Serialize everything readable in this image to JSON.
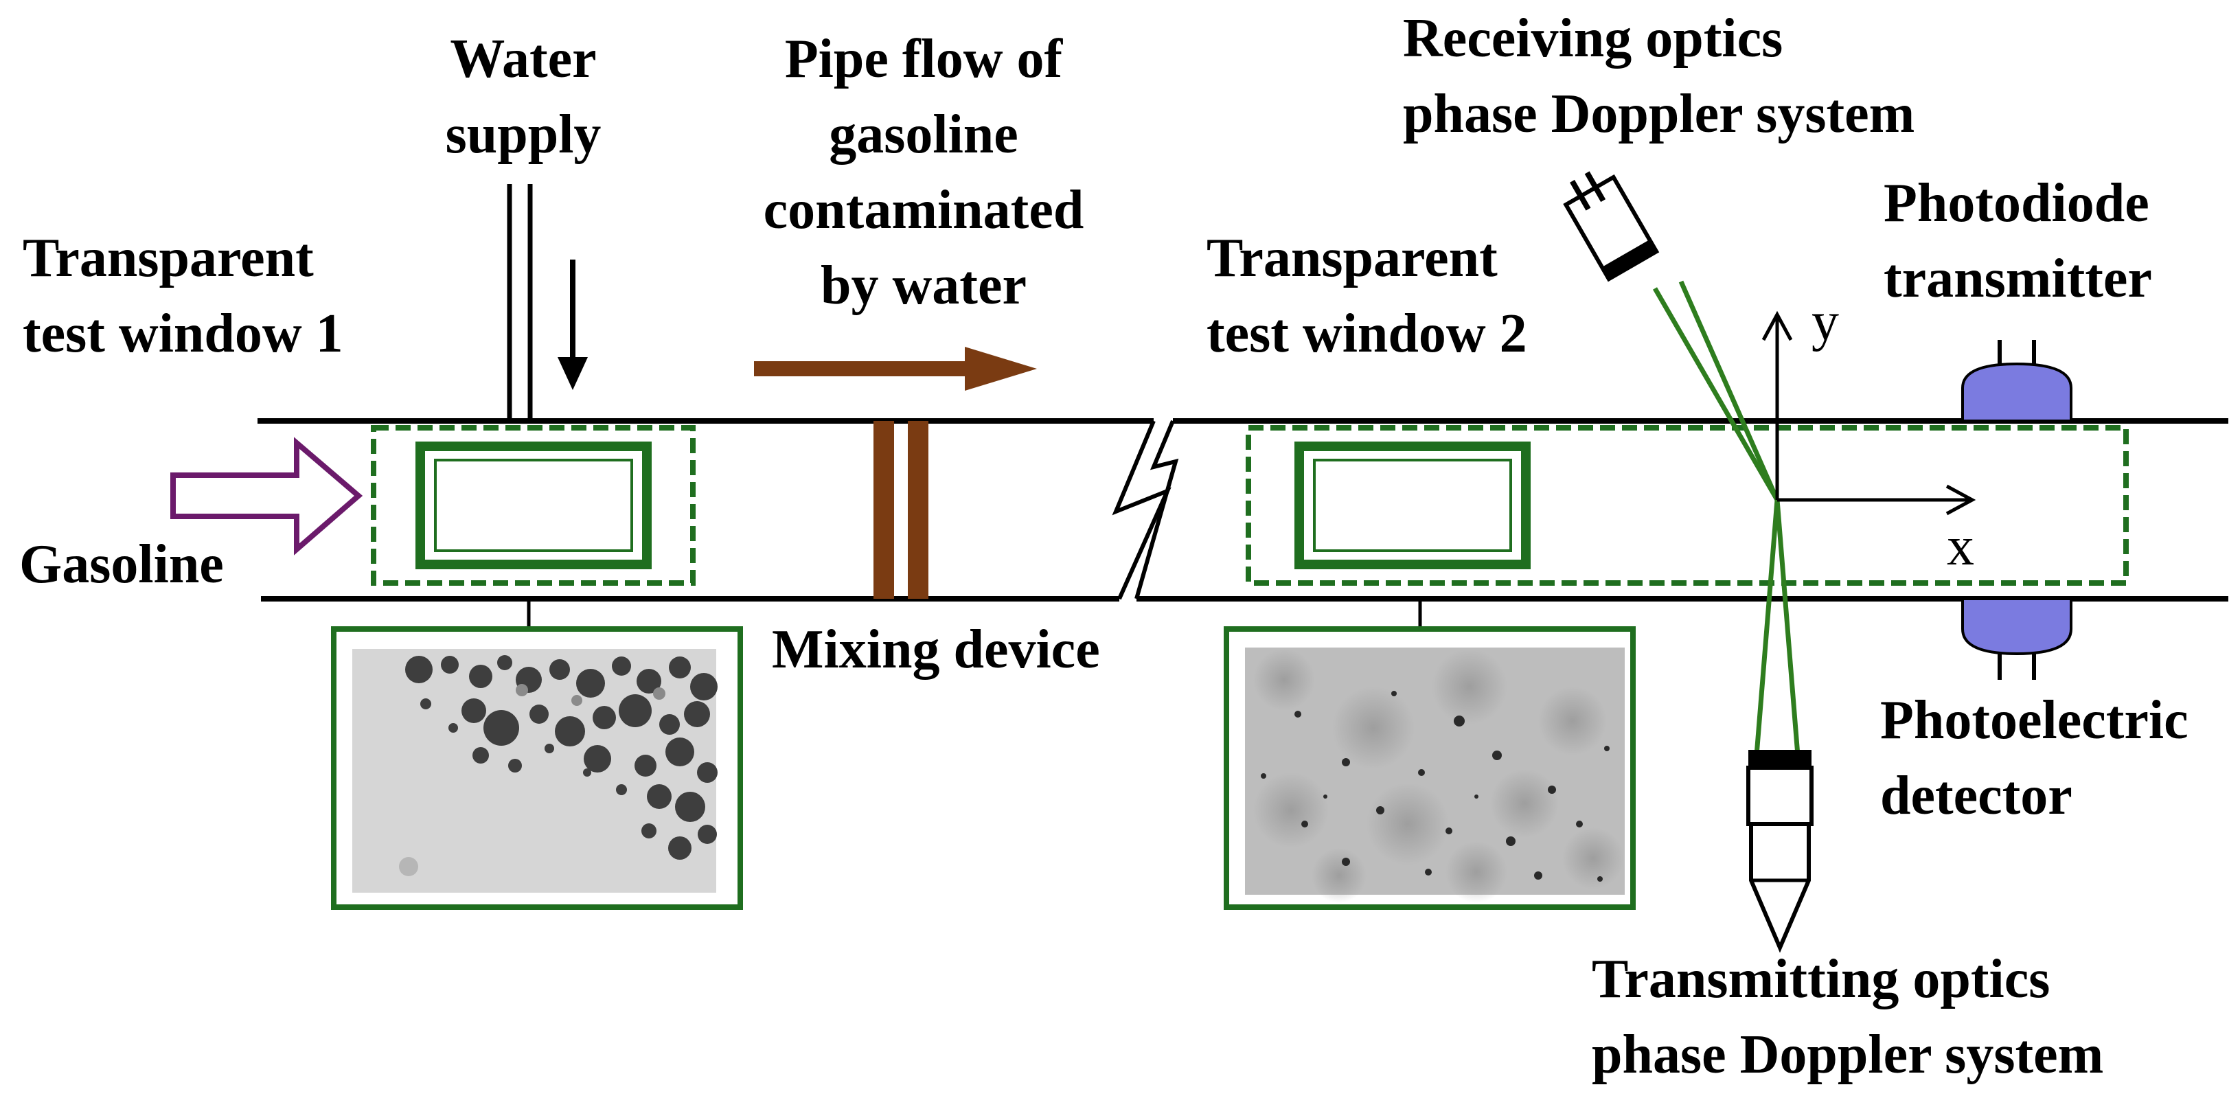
{
  "labels": {
    "water_supply_1": "Water",
    "water_supply_2": "supply",
    "pipe_flow_1": "Pipe flow of",
    "pipe_flow_2": "gasoline",
    "pipe_flow_3": "contaminated",
    "pipe_flow_4": "by water",
    "window1_1": "Transparent",
    "window1_2": "test window 1",
    "window2_1": "Transparent",
    "window2_2": "test window 2",
    "receiving_1": "Receiving optics",
    "receiving_2": "phase Doppler system",
    "photodiode_1": "Photodiode",
    "photodiode_2": "transmitter",
    "gasoline": "Gasoline",
    "mixing_device": "Mixing device",
    "photoelectric_1": "Photoelectric",
    "photoelectric_2": "detector",
    "transmitting_1": "Transmitting optics",
    "transmitting_2": "phase Doppler system",
    "axis_y": "y",
    "axis_x": "x"
  },
  "colors": {
    "window_green": "#1f6e1f",
    "mixer_brown": "#7a3b12",
    "gasoline_arrow": "#6b1a6b",
    "photodiode_fill": "#7b7be0",
    "laser_green": "#2e7d1e"
  }
}
